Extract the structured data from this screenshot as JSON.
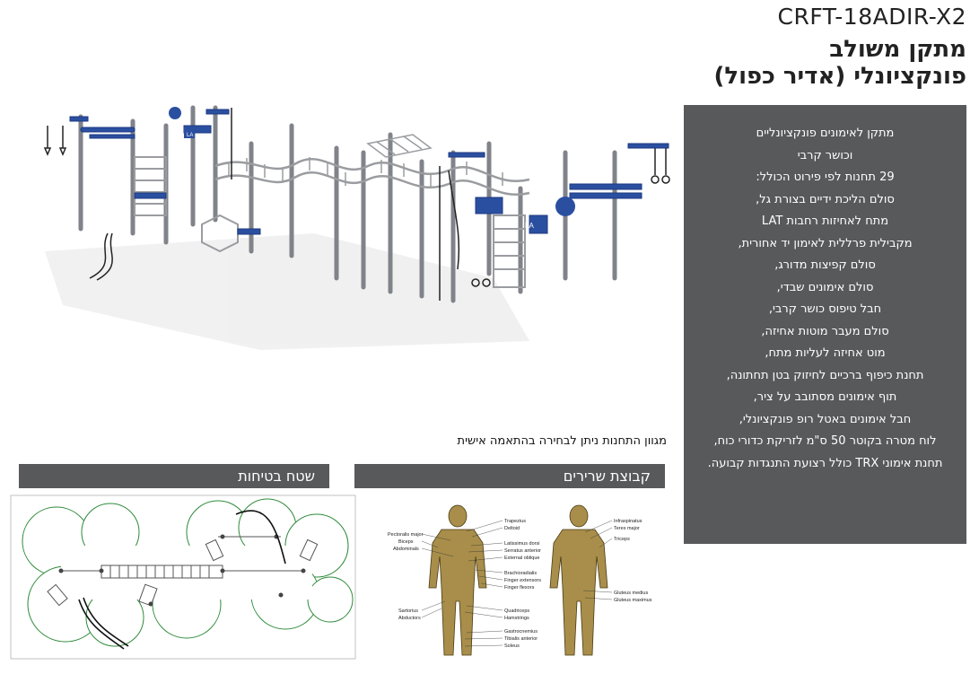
{
  "header": {
    "code": "CRFT-18ADIR-X2",
    "title_line1": "מתקן משולב",
    "title_line2": "פונקציונלי (אדיר כפול)"
  },
  "product_image": {
    "signs": [
      "LA",
      "LA"
    ]
  },
  "specs": {
    "lines": [
      "מתקן לאימונים פונקציונליים",
      "וכושר קרבי",
      "29 תחנות לפי פירוט הכולל:",
      "סולם הליכת ידיים בצורת גל,",
      "מתח לאחיזות רחבות LAT",
      "מקבילית פרללית לאימון יד אחורית,",
      "סולם קפיצות מדורג,",
      "סולם אימונים שבדי,",
      "חבל טיפוס כושר קרבי,",
      "סולם מעבר מוטות אחיזה,",
      "מוט אחיזה לעליות מתח,",
      "תחנת כיפוף ברכיים לחיזוק בטן תחתונה,",
      "תוף אימונים מסתובב על ציר,",
      "חבל אימונים באטל רופ פונקציונלי,",
      "לוח מטרה בקוטר 50 ס\"מ לזריקת כדורי כוח,",
      "תחנת אימוני TRX כולל רצועת התנגדות קבועה."
    ]
  },
  "note": "מגוון התחנות ניתן לבחירה בהתאמה אישית",
  "sections": {
    "safety_area": "שטח בטיחות",
    "muscle_groups": "קבוצת שרירים"
  },
  "anatomy": {
    "front_labels": [
      "Trapezius",
      "Deltoid",
      "Pectoralis major",
      "Biceps",
      "Abdominals",
      "Latissimus dorsi",
      "Serratus anterior",
      "External oblique",
      "Brachioradialis",
      "Finger extensors",
      "Finger flexors",
      "Sartorius",
      "Abductors",
      "Quadriceps",
      "Hamstrings",
      "Gastrocnemius",
      "Tibialis anterior",
      "Soleus"
    ],
    "back_labels": [
      "Infraspinatus",
      "Teres major",
      "Triceps",
      "Gluteus medius",
      "Gluteus maximus"
    ]
  }
}
